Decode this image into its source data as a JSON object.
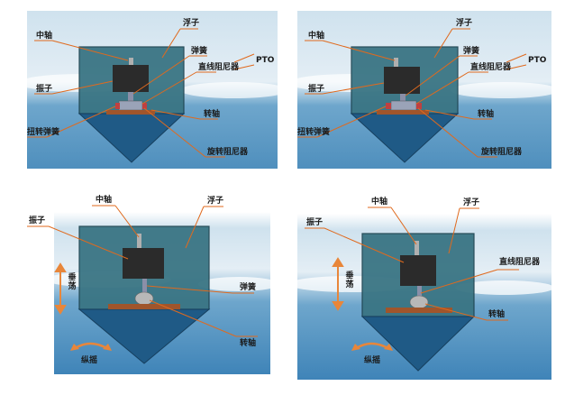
{
  "panels": [
    {
      "labels": {
        "zhongzhou": "中轴",
        "fuzi": "浮子",
        "tanhuang": "弹簧",
        "pto": "PTO",
        "zhenzi": "振子",
        "zhixian": "直线阻尼器",
        "zhuanzhou": "转轴",
        "niuzhuan": "扭转弹簧",
        "xuanzhuan": "旋转阻尼器"
      }
    },
    {
      "labels": {
        "zhongzhou": "中轴",
        "fuzi": "浮子",
        "tanhuang": "弹簧",
        "pto": "PTO",
        "zhenzi": "振子",
        "zhixian": "直线阻尼器",
        "zhuanzhou": "转轴",
        "niuzhuan": "扭转弹簧",
        "xuanzhuan": "旋转阻尼器"
      }
    },
    {
      "labels": {
        "zhongzhou": "中轴",
        "fuzi": "浮子",
        "zhenzi": "振子",
        "chuidang": "垂荡",
        "tanhuang": "弹簧",
        "zhuanzhou": "转轴",
        "zongyao": "纵摇"
      }
    },
    {
      "labels": {
        "zhongzhou": "中轴",
        "fuzi": "浮子",
        "zhenzi": "振子",
        "zhixian": "直线阻尼器",
        "chuidang": "垂荡",
        "zhuanzhou": "转轴",
        "zongyao": "纵摇"
      }
    }
  ]
}
